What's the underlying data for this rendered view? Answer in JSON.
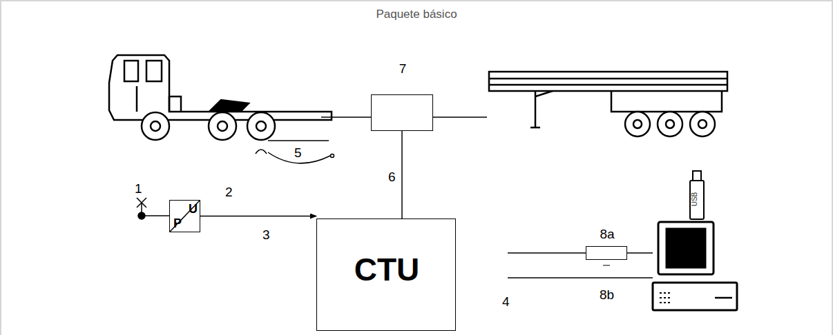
{
  "diagram": {
    "title": "Paquete básico",
    "nodes": [
      {
        "text": [
          "7"
        ]
      },
      {
        "text": [
          "CTU"
        ]
      },
      {
        "text": [
          "2",
          "U",
          "P"
        ]
      },
      {
        "text": [
          "8a"
        ]
      }
    ],
    "edges": [
      {
        "from": 0,
        "to": 1,
        "arrow": "none",
        "label": "6"
      },
      {
        "from": 2,
        "to": 1,
        "arrow": "to",
        "label": "3"
      }
    ],
    "labels": [
      "1",
      "5",
      "4",
      "8b",
      "USB"
    ]
  }
}
